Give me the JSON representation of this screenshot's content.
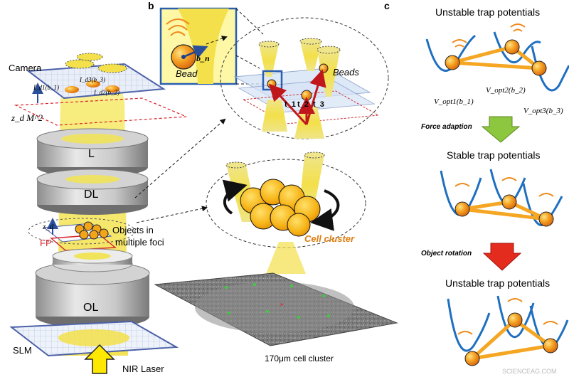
{
  "panels": {
    "b_letter": "b",
    "c_letter": "c"
  },
  "panel_a": {
    "camera_label": "Camera",
    "camera_eq_left": "z_d M^2",
    "camera_i1": "I_d1(b_1)",
    "camera_i3": "I_d3(b_3)",
    "camera_i2": "I_d2(b_2)",
    "lens_L": "L",
    "lens_DL": "DL",
    "lens_OL": "OL",
    "zd_label": "z_d",
    "fp_label": "FP",
    "objects_label_1": "Objects in",
    "objects_label_2": "multiple foci",
    "slm_label": "SLM",
    "nir_label": "NIR Laser"
  },
  "panel_b": {
    "inset_bead_label": "Bead",
    "inset_b_label": "b_n",
    "beads_label": "Beads",
    "t1": "t_1",
    "t2": "t_2",
    "t3": "t_3",
    "cell_cluster_label": "Cell cluster",
    "micrograph_caption": "170μm cell cluster"
  },
  "panel_c": {
    "title_1": "Unstable trap potentials",
    "vopt1": "V_opt1(b_1)",
    "vopt2": "V_opt2(b_2)",
    "vopt3": "V_opt3(b_3)",
    "force_adaption": "Force adaption",
    "title_2": "Stable trap potentials",
    "object_rotation": "Object rotation",
    "title_3": "Unstable trap potentials"
  },
  "watermark": "SCIENCEAG.COM",
  "colors": {
    "beam_yellow": "#f3e24a",
    "bead_orange": "#f08a1c",
    "potential_blue": "#1f6fc0",
    "arrow_green": "#8dc63f",
    "arrow_red": "#e32b1e",
    "label_orange": "#e07d10",
    "fp_red": "#d9232a"
  }
}
